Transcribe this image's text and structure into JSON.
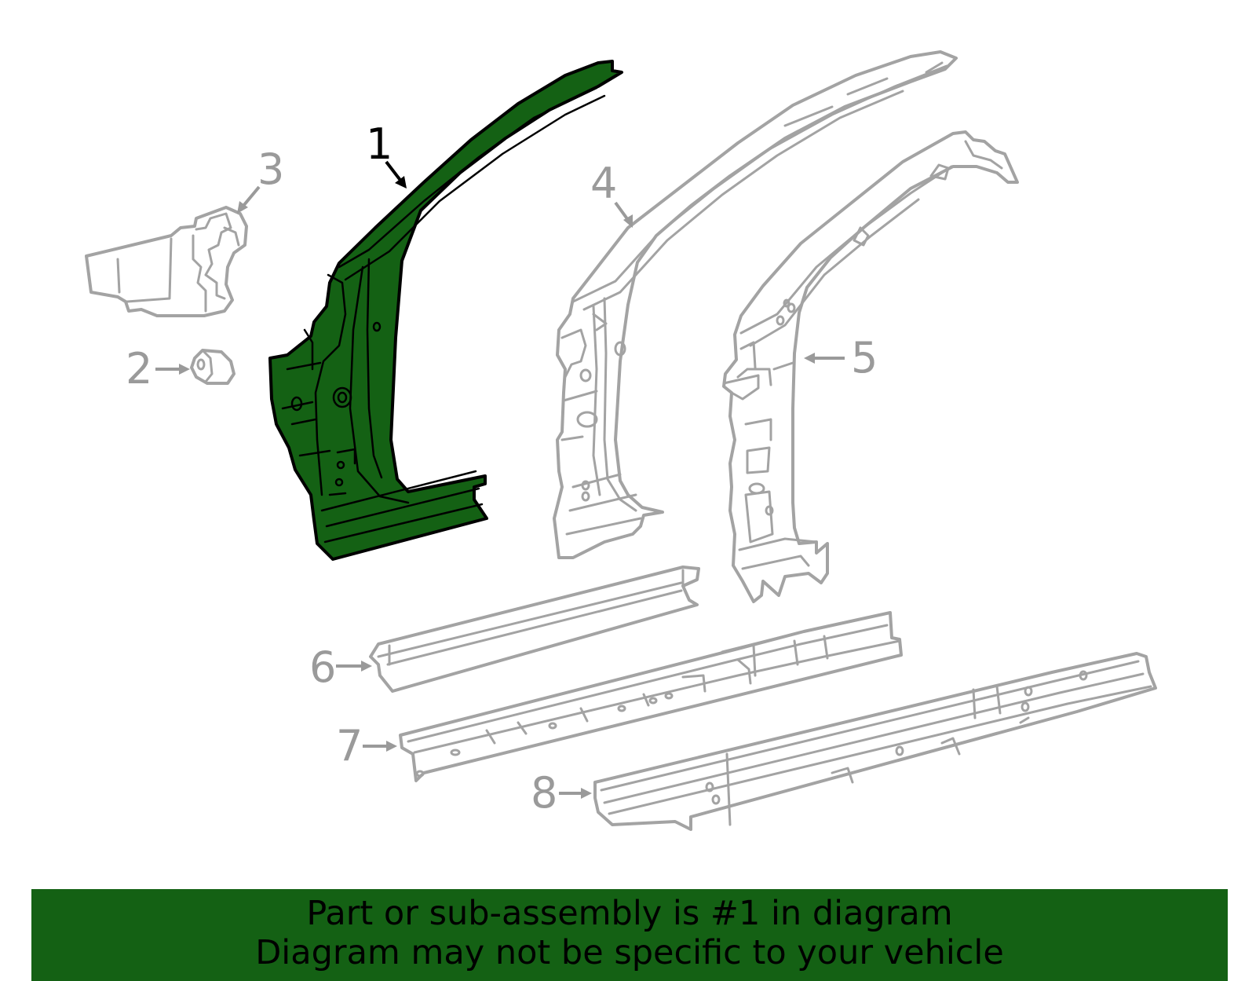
{
  "diagram": {
    "callouts": [
      {
        "id": "1",
        "label": "1",
        "highlighted": true
      },
      {
        "id": "2",
        "label": "2",
        "highlighted": false
      },
      {
        "id": "3",
        "label": "3",
        "highlighted": false
      },
      {
        "id": "4",
        "label": "4",
        "highlighted": false
      },
      {
        "id": "5",
        "label": "5",
        "highlighted": false
      },
      {
        "id": "6",
        "label": "6",
        "highlighted": false
      },
      {
        "id": "7",
        "label": "7",
        "highlighted": false
      },
      {
        "id": "8",
        "label": "8",
        "highlighted": false
      }
    ],
    "colors": {
      "highlight_fill": "#146114",
      "part_line": "#a3a3a3",
      "callout_inactive": "#9a9a9a",
      "callout_active": "#000000",
      "banner_bg": "#146114"
    }
  },
  "banner": {
    "line1": "Part or sub-assembly is #1 in diagram",
    "line2": "Diagram may not be specific to your vehicle"
  }
}
